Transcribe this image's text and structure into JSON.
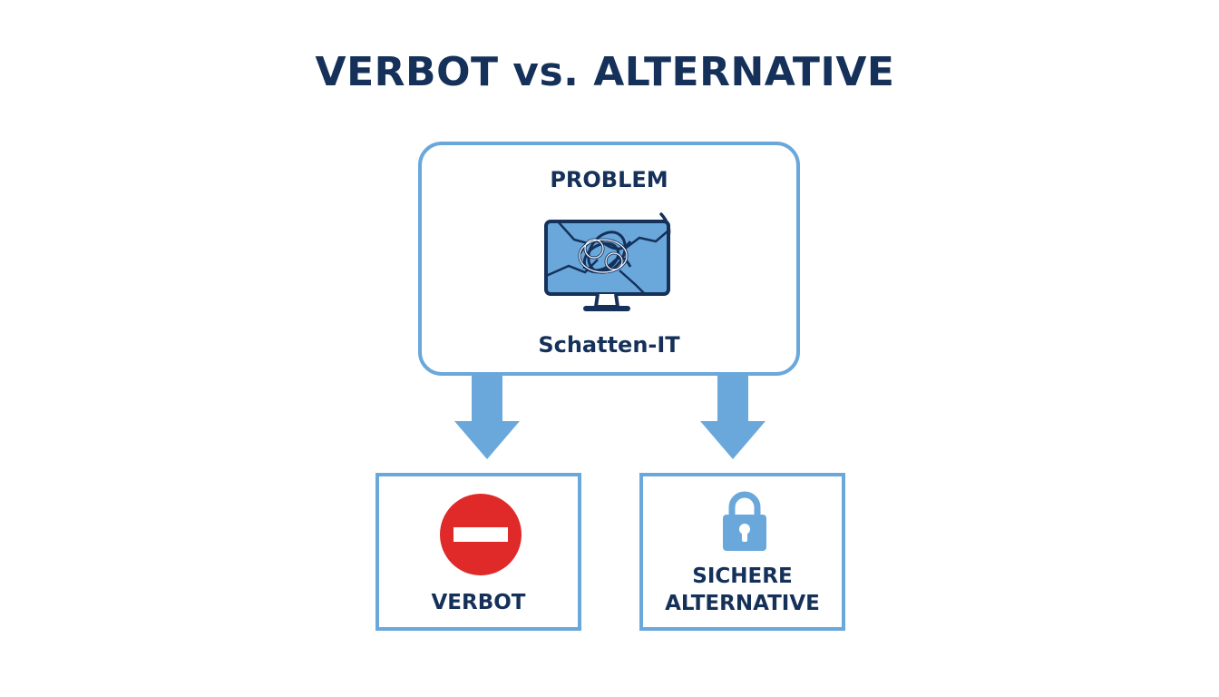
{
  "title": "VERBOT vs. ALTERNATIVE",
  "problem": {
    "heading": "PROBLEM",
    "caption": "Schatten-IT",
    "icon": "tangled-monitor-icon"
  },
  "options": [
    {
      "label": "VERBOT",
      "icon": "no-entry-icon",
      "color": "#e02a2a"
    },
    {
      "label_lines": [
        "SICHERE",
        "ALTERNATIVE"
      ],
      "icon": "padlock-icon",
      "color": "#6aa8dc"
    }
  ],
  "colors": {
    "text": "#15315a",
    "accent": "#6aa8dc",
    "stop": "#e02a2a"
  }
}
